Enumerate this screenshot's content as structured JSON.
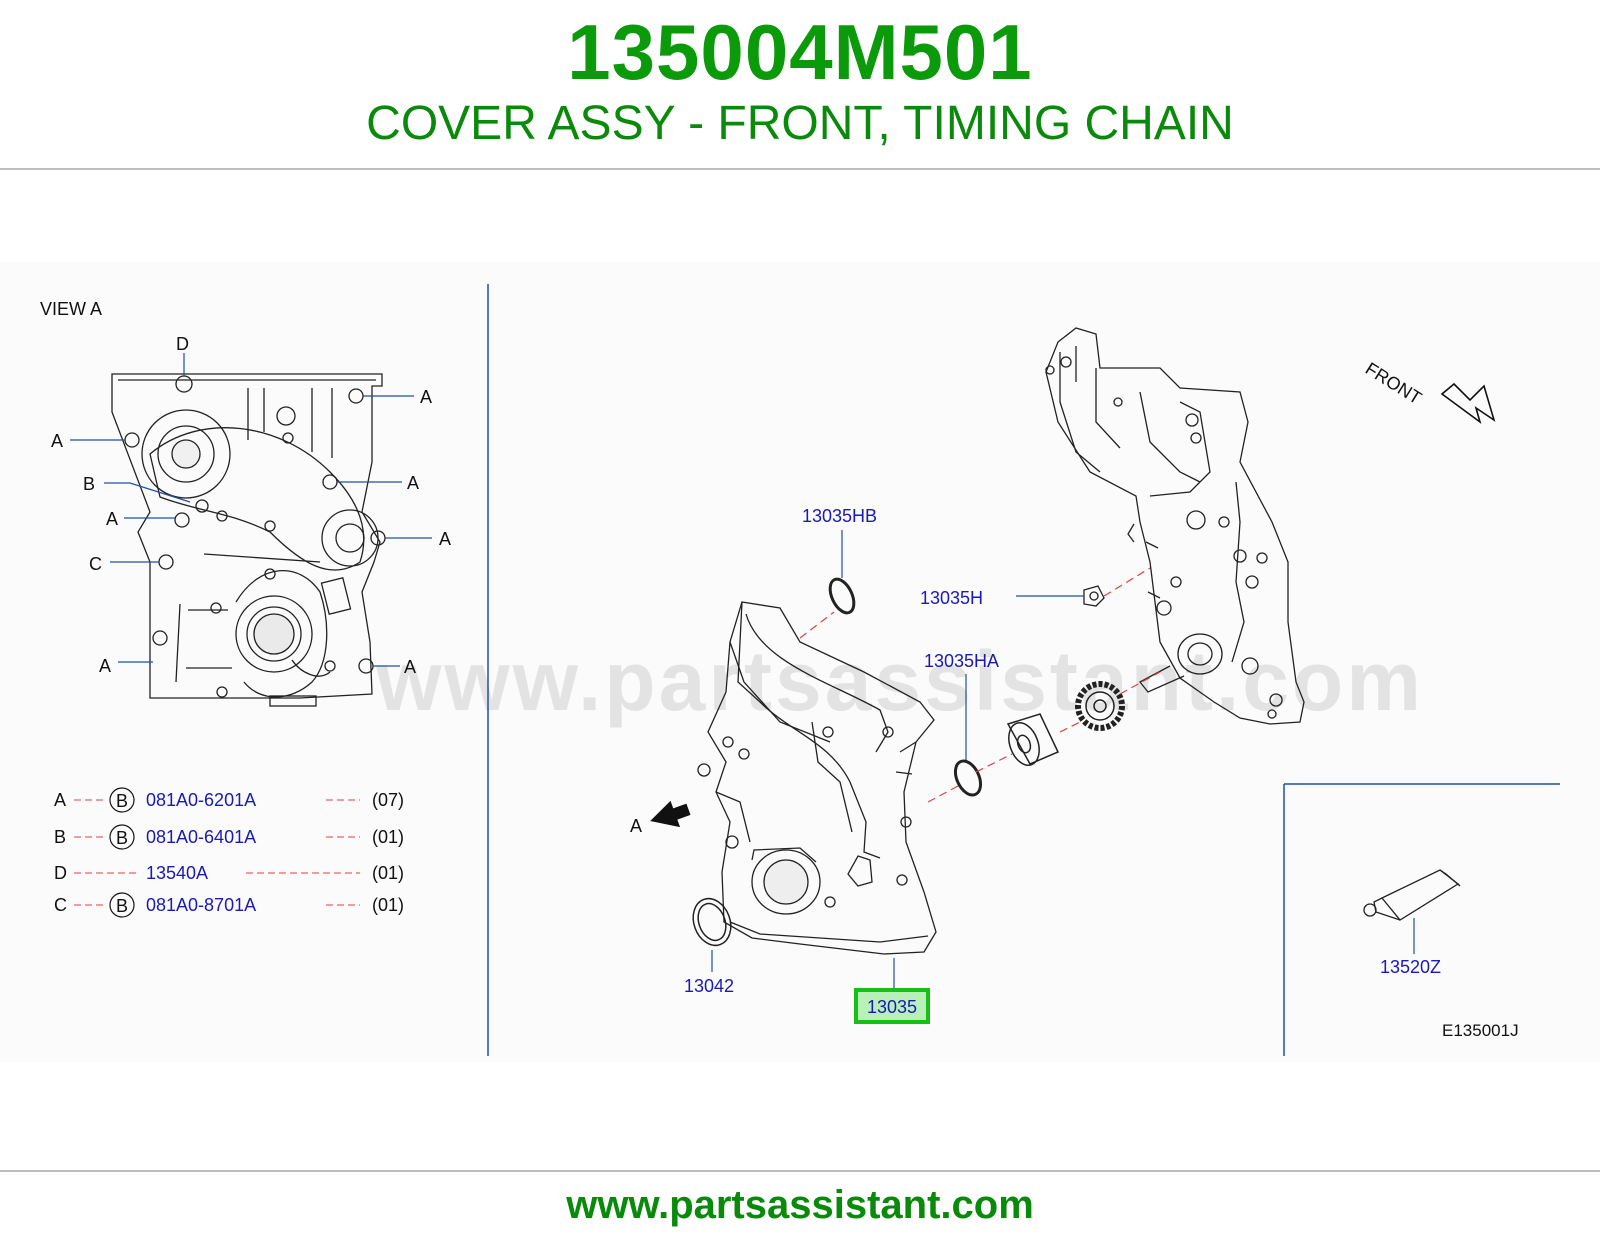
{
  "header": {
    "part_number": "135004M501",
    "description": "COVER ASSY - FRONT, TIMING CHAIN"
  },
  "footer": {
    "url": "www.partsassistant.com"
  },
  "watermark": "www.partsassistant.com",
  "view": {
    "title": "VIEW   A",
    "labels": {
      "d": "D",
      "a": "A",
      "b": "B",
      "c": "C"
    }
  },
  "legend": {
    "rows": [
      {
        "key": "A",
        "marker": "B",
        "part": "081A0-6201A",
        "qty": "(07)"
      },
      {
        "key": "B",
        "marker": "B",
        "part": "081A0-6401A",
        "qty": "(01)"
      },
      {
        "key": "D",
        "marker": "",
        "part": "13540A",
        "qty": "(01)"
      },
      {
        "key": "C",
        "marker": "B",
        "part": "081A0-8701A",
        "qty": "(01)"
      }
    ]
  },
  "callouts": {
    "p13035HB": "13035HB",
    "p13035H": "13035H",
    "p13035HA": "13035HA",
    "p13042": "13042",
    "p13035": "13035",
    "p13520Z": "13520Z",
    "view_arrow": "A",
    "front": "FRONT",
    "diagram_code": "E135001J"
  },
  "colors": {
    "header_green": "#0a9a0a",
    "callout_blue": "#1a1ab4",
    "leader_blue": "#1f4fa8",
    "dash_red": "#e04040",
    "highlight_green": "#16c016",
    "highlight_fill": "#b8f0b8"
  }
}
